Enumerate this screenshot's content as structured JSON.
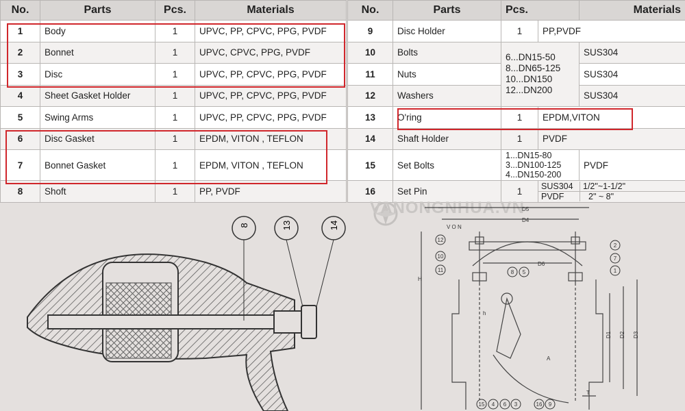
{
  "headers": {
    "no": "No.",
    "parts": "Parts",
    "pcs": "Pcs.",
    "materials": "Materials"
  },
  "left_rows": [
    {
      "no": "1",
      "part": "Body",
      "pcs": "1",
      "mat": "UPVC, PP, CPVC, PPG, PVDF"
    },
    {
      "no": "2",
      "part": "Bonnet",
      "pcs": "1",
      "mat": "UPVC, CPVC, PPG, PVDF"
    },
    {
      "no": "3",
      "part": "Disc",
      "pcs": "1",
      "mat": "UPVC, PP, CPVC, PPG, PVDF"
    },
    {
      "no": "4",
      "part": "Sheet Gasket Holder",
      "pcs": "1",
      "mat": "UPVC, PP, CPVC, PPG, PVDF"
    },
    {
      "no": "5",
      "part": "Swing Arms",
      "pcs": "1",
      "mat": "UPVC, PP, CPVC, PPG, PVDF"
    },
    {
      "no": "6",
      "part": "Disc Gasket",
      "pcs": "1",
      "mat": "EPDM, VITON , TEFLON"
    },
    {
      "no": "7",
      "part": "Bonnet Gasket",
      "pcs": "1",
      "mat": "EPDM, VITON , TEFLON"
    },
    {
      "no": "8",
      "part": "Shoft",
      "pcs": "1",
      "mat": "PP, PVDF"
    }
  ],
  "right_rows": {
    "r9": {
      "no": "9",
      "part": "Disc Holder",
      "pcs": "1",
      "mat": "PP,PVDF"
    },
    "r10": {
      "no": "10",
      "part": "Bolts",
      "mat": "SUS304"
    },
    "r11": {
      "no": "11",
      "part": "Nuts",
      "mat": "SUS304"
    },
    "r12": {
      "no": "12",
      "part": "Washers",
      "mat": "SUS304"
    },
    "bolt_pcs": [
      "6...DN15-50",
      "8...DN65-125",
      "10...DN150",
      "12...DN200"
    ],
    "r13": {
      "no": "13",
      "part": "O'ring",
      "pcs": "1",
      "mat": "EPDM,VITON"
    },
    "r14": {
      "no": "14",
      "part": "Shaft Holder",
      "pcs": "1",
      "mat": "PVDF"
    },
    "r15": {
      "no": "15",
      "part": "Set Bolts",
      "mat": "PVDF",
      "pcs_lines": [
        "1...DN15-80",
        "3...DN100-125",
        "4...DN150-200"
      ]
    },
    "r16": {
      "no": "16",
      "part": "Set Pin",
      "pcs": "1",
      "sub": [
        {
          "mat": "SUS304",
          "size": "1/2\"~1-1/2\""
        },
        {
          "mat": "PVDF",
          "size": "2\" ~   8\""
        }
      ]
    }
  },
  "watermark": "VANONGNHUA.VN",
  "detail_labels": [
    "8",
    "13",
    "14"
  ],
  "assembly": {
    "dims": [
      "D5",
      "D4",
      "D6",
      "H",
      "h",
      "D1",
      "D2",
      "D3",
      "T",
      "A"
    ],
    "left_callouts": [
      "12",
      "10",
      "11"
    ],
    "right_callouts": [
      "2",
      "7",
      "1"
    ],
    "inner_callouts": [
      "8",
      "5"
    ],
    "bottom_callouts": [
      "15",
      "4",
      "6",
      "3",
      "16",
      "9"
    ],
    "von_label": "V O N"
  },
  "colors": {
    "highlight": "#d0262b",
    "header_bg": "#d9d6d4",
    "page_bg": "#e4e0de"
  }
}
